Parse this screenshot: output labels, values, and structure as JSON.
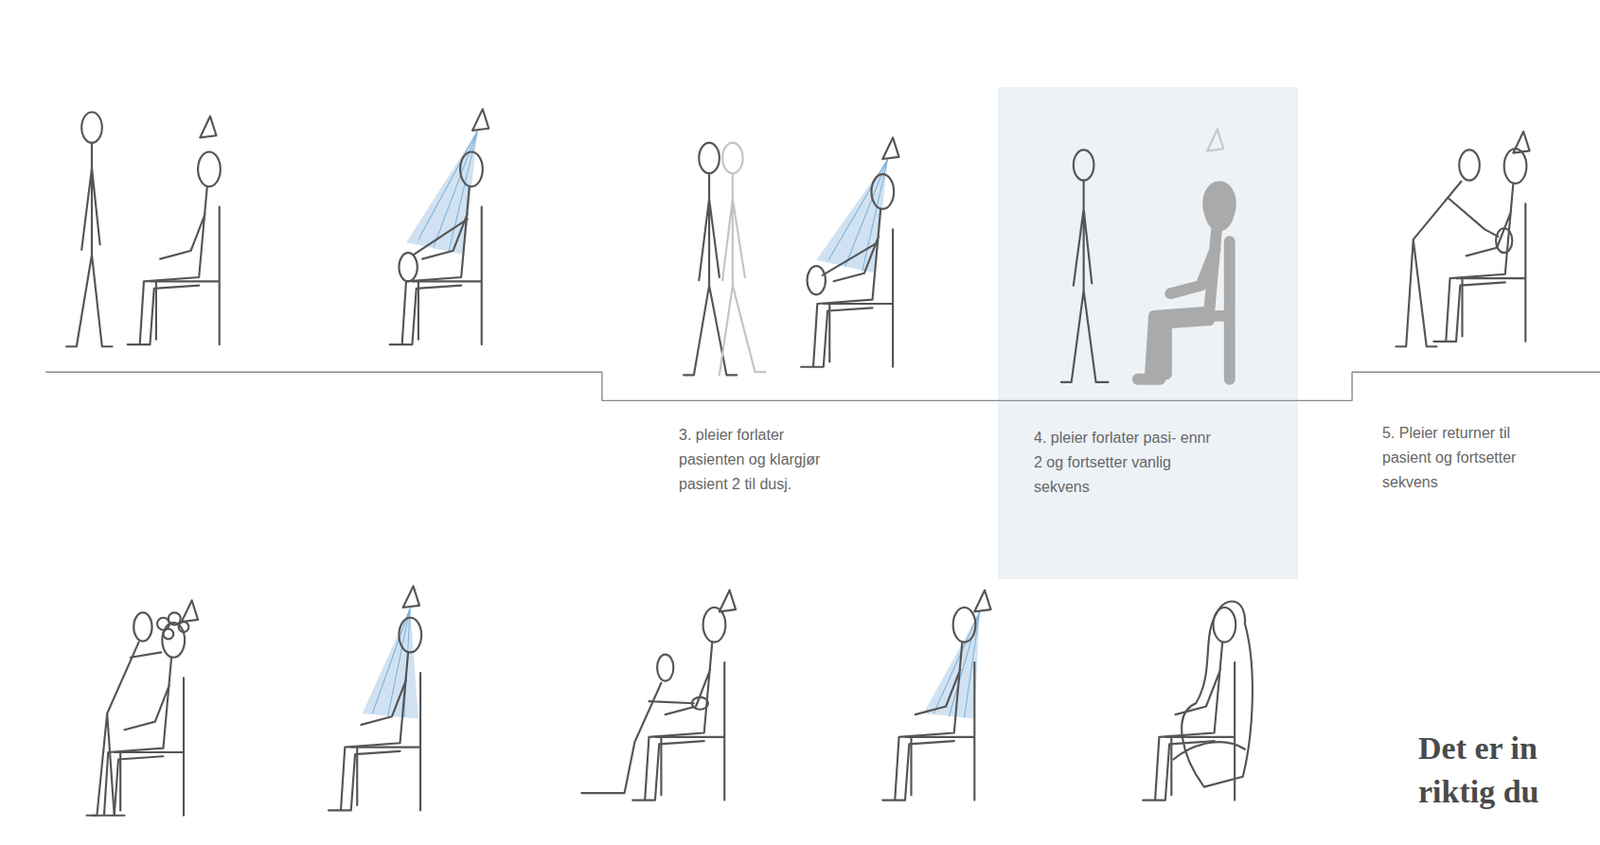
{
  "diagram": {
    "nodes": [
      {
        "text": [
          "4. pleier forlater pasi- ennr 2 og fortsetter vanlig sekvens"
        ]
      }
    ],
    "labels": [
      "3. pleier forlater pasienten og klargjør pasient 2 til dusj.",
      "5. Pleier returner til pasient og fortsetter sekvens",
      "Det er in riktig du"
    ]
  }
}
